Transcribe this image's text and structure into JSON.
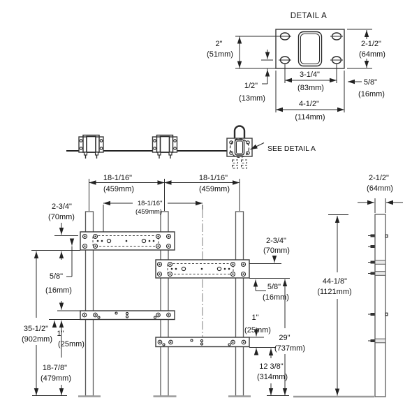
{
  "drawing": {
    "detail_a": {
      "title": "DETAIL A",
      "dims": {
        "plate_height_left": {
          "in": "2\"",
          "mm": "(51mm)"
        },
        "hole_offset": {
          "in": "1/2\"",
          "mm": "(13mm)"
        },
        "plate_height_right": {
          "in": "2-1/2\"",
          "mm": "(64mm)"
        },
        "hole_spacing": {
          "in": "3-1/4\"",
          "mm": "(83mm)"
        },
        "edge_margin": {
          "in": "5/8\"",
          "mm": "(16mm)"
        },
        "plate_width": {
          "in": "4-1/2\"",
          "mm": "(114mm)"
        }
      }
    },
    "plan_view": {
      "callout": "SEE DETAIL A"
    },
    "front_view": {
      "dims": {
        "span_left": {
          "in": "18-1/16\"",
          "mm": "(459mm)"
        },
        "span_right": {
          "in": "18-1/16\"",
          "mm": "(459mm)"
        },
        "span_inner": {
          "in": "18-1/16\"",
          "mm": "(459mm)"
        },
        "offset_top_left": {
          "in": "2-3/4\"",
          "mm": "(70mm)"
        },
        "plate_thk_left": {
          "in": "5/8\"",
          "mm": "(16mm)"
        },
        "height_upper": {
          "in": "35-1/2\"",
          "mm": "(902mm)"
        },
        "strap_thk_left": {
          "in": "1\"",
          "mm": "(25mm)"
        },
        "height_lower": {
          "in": "18-7/8\"",
          "mm": "(479mm)"
        },
        "offset_top_right": {
          "in": "2-3/4\"",
          "mm": "(70mm)"
        },
        "plate_thk_right": {
          "in": "5/8\"",
          "mm": "(16mm)"
        },
        "strap_thk_right": {
          "in": "1\"",
          "mm": "(25mm)"
        },
        "height_mid": {
          "in": "29\"",
          "mm": "(737mm)"
        },
        "height_strap": {
          "in": "12 3/8\"",
          "mm": "(314mm)"
        }
      }
    },
    "side_view": {
      "dims": {
        "post_width": {
          "in": "2-1/2\"",
          "mm": "(64mm)"
        },
        "post_height": {
          "in": "44-1/8\"",
          "mm": "(1121mm)"
        }
      }
    }
  }
}
